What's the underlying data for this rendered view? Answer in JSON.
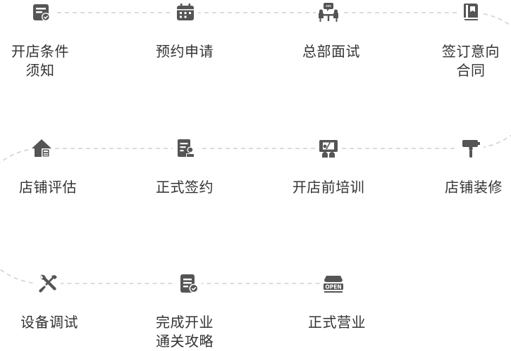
{
  "steps": [
    {
      "id": "kaidian-tiaojian",
      "lines": [
        "开店条件",
        "须知"
      ],
      "icon": "checklist-icon"
    },
    {
      "id": "yuyue-shenqing",
      "lines": [
        "预约申请"
      ],
      "icon": "calendar-icon"
    },
    {
      "id": "zongbu-mianshi",
      "lines": [
        "总部面试"
      ],
      "icon": "interview-icon"
    },
    {
      "id": "qianding-yixiang",
      "lines": [
        "签订意向",
        "合同"
      ],
      "icon": "contract-book-icon"
    },
    {
      "id": "dianpu-zhuangxiu",
      "lines": [
        "店铺装修"
      ],
      "icon": "paint-roller-icon"
    },
    {
      "id": "kaidian-peixun",
      "lines": [
        "开店前培训"
      ],
      "icon": "training-board-icon"
    },
    {
      "id": "zhengshi-qianyue",
      "lines": [
        "正式签约"
      ],
      "icon": "signed-document-icon"
    },
    {
      "id": "dianpu-pinggu",
      "lines": [
        "店铺评估"
      ],
      "icon": "house-calculator-icon"
    },
    {
      "id": "shebei-tiaoshi",
      "lines": [
        "设备调试"
      ],
      "icon": "tools-icon"
    },
    {
      "id": "wancheng-kaiye",
      "lines": [
        "完成开业",
        "通关攻略"
      ],
      "icon": "document-check-icon"
    },
    {
      "id": "zhengshi-yingye",
      "lines": [
        "正式营业"
      ],
      "icon": "open-store-icon"
    }
  ],
  "colors": {
    "icon": "#555555",
    "connector": "#d0d0d0",
    "text": "#333333"
  }
}
